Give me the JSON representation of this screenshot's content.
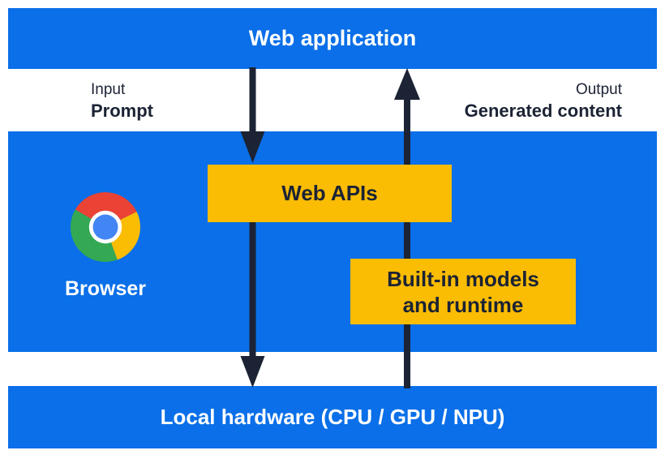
{
  "top_bar": {
    "label": "Web application"
  },
  "io": {
    "input_caption": "Input",
    "input_label": "Prompt",
    "output_caption": "Output",
    "output_label": "Generated content"
  },
  "browser_panel": {
    "icon": "chrome-browser-icon",
    "label": "Browser",
    "web_apis_box": {
      "label": "Web APIs"
    },
    "builtin_box": {
      "label": "Built-in models and runtime",
      "line1": "Built-in models",
      "line2": "and runtime"
    }
  },
  "bottom_bar": {
    "label": "Local hardware (CPU / GPU / NPU)"
  },
  "arrows": [
    {
      "name": "input-flow",
      "direction": "down",
      "from": "Web application",
      "to": "Local hardware (CPU / GPU / NPU)",
      "through": "Web APIs"
    },
    {
      "name": "output-flow",
      "direction": "up",
      "from": "Local hardware (CPU / GPU / NPU)",
      "to": "Web application",
      "through": "Built-in models and runtime"
    }
  ],
  "colors": {
    "panel_blue": "#0a6fe8",
    "box_yellow": "#fbbc04",
    "ink_navy": "#1b2334",
    "text_white": "#ffffff",
    "chrome_red": "#ea4335",
    "chrome_yellow": "#fbbc04",
    "chrome_green": "#34a853",
    "chrome_blue": "#4285f4"
  }
}
